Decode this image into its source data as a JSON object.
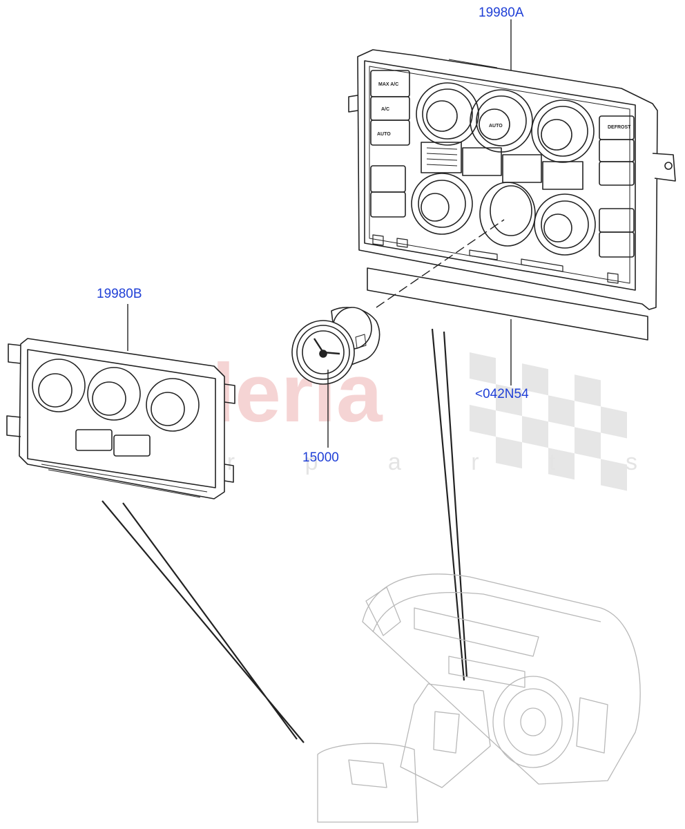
{
  "callouts": {
    "climate_control_front": "19980A",
    "climate_control_rear": "19980B",
    "clock": "15000",
    "trim_strip": "<042N54"
  },
  "panel_labels": {
    "max_ac": "MAX\nA/C",
    "ac": "A/C",
    "auto_recirc": "AUTO",
    "auto_center": "AUTO",
    "defrost": "DEFROST"
  },
  "watermark": {
    "brand": "scuderia",
    "sub": "c a r  p a r t s",
    "color": "#f2c6c6"
  },
  "colors": {
    "callout_text": "#1f3fd6",
    "line_art": "#222222",
    "ghost_art": "#b8b8b8"
  }
}
